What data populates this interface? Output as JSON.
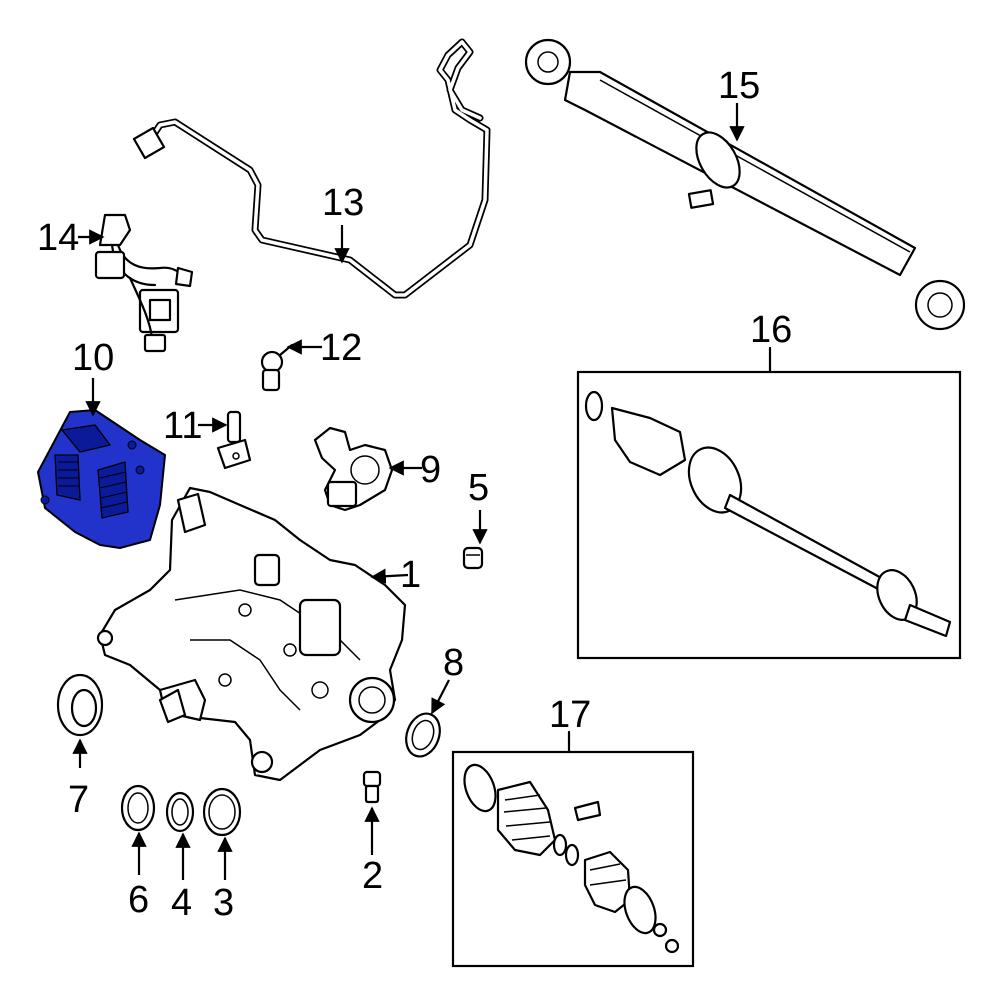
{
  "highlight_color": "#2233cc",
  "callouts": {
    "c1": "1",
    "c2": "2",
    "c3": "3",
    "c4": "4",
    "c5": "5",
    "c6": "6",
    "c7": "7",
    "c8": "8",
    "c9": "9",
    "c10": "10",
    "c11": "11",
    "c12": "12",
    "c13": "13",
    "c14": "14",
    "c15": "15",
    "c16": "16",
    "c17": "17"
  }
}
